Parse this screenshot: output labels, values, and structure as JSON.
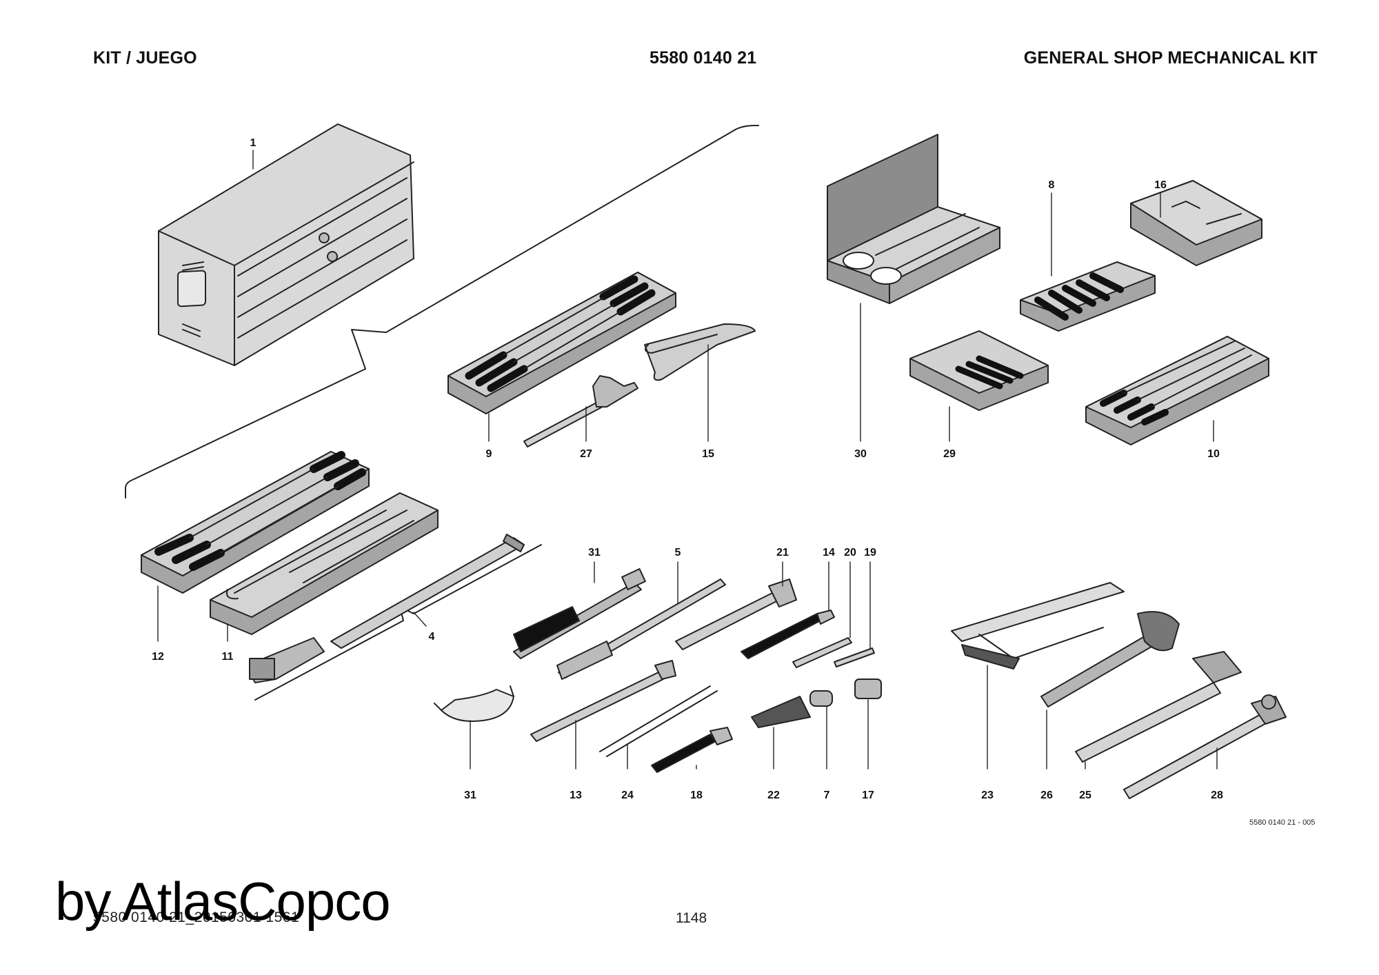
{
  "header": {
    "left": "KIT / JUEGO",
    "center": "5580 0140 21",
    "right": "GENERAL SHOP MECHANICAL KIT"
  },
  "callouts": {
    "c1": "1",
    "c8": "8",
    "c16": "16",
    "c30": "30",
    "c29": "29",
    "c10": "10",
    "c9": "9",
    "c27": "27",
    "c15": "15",
    "c12": "12",
    "c11": "11",
    "c4": "4",
    "c31a": "31",
    "c5": "5",
    "c21": "21",
    "c14": "14",
    "c20": "20",
    "c19": "19",
    "c31b": "31",
    "c13": "13",
    "c24": "24",
    "c18": "18",
    "c22": "22",
    "c7": "7",
    "c17": "17",
    "c23": "23",
    "c26": "26",
    "c25": "25",
    "c28": "28"
  },
  "footer": {
    "drawing_ref": "5580 0140 21 - 005",
    "doc_id": "5580 0140 21_20150301 1561",
    "page_number": "1148",
    "watermark": "by AtlasCopco"
  },
  "colors": {
    "line": "#222222",
    "tray": "#9a9a9a",
    "tray_light": "#d4d4d4",
    "handle": "#1c1c1c",
    "metal": "#bdbdbd"
  }
}
